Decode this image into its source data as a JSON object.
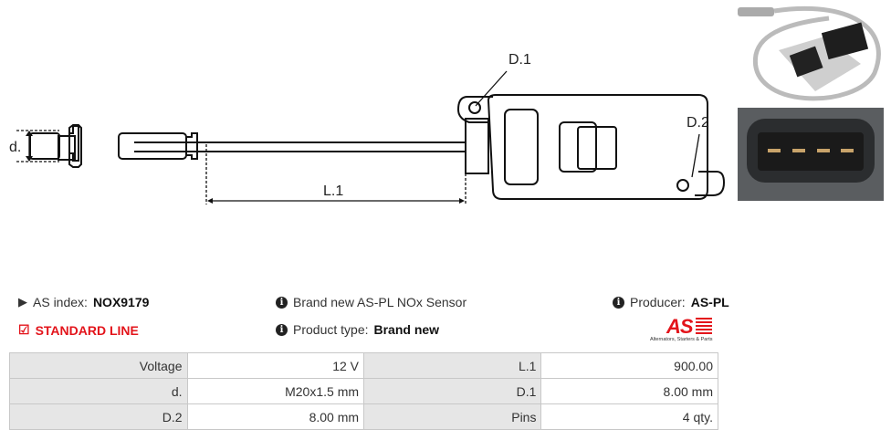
{
  "drawing": {
    "label_d": "d.",
    "label_l1": "L.1",
    "label_d1": "D.1",
    "label_d2": "D.2"
  },
  "info": {
    "as_index_label": "AS index:",
    "as_index_value": "NOX9179",
    "standard_line": "STANDARD LINE",
    "description": "Brand new AS-PL NOx Sensor",
    "product_type_label": "Product type:",
    "product_type_value": "Brand new",
    "producer_label": "Producer:",
    "producer_value": "AS-PL"
  },
  "logo": {
    "text": "AS",
    "tagline": "Alternators, Starters & Parts"
  },
  "specs": [
    {
      "k1": "Voltage",
      "v1": "12 V",
      "k2": "L.1",
      "v2": "900.00"
    },
    {
      "k1": "d.",
      "v1": "M20x1.5 mm",
      "k2": "D.1",
      "v2": "8.00 mm"
    },
    {
      "k1": "D.2",
      "v1": "8.00 mm",
      "k2": "Pins",
      "v2": "4 qty."
    }
  ],
  "colors": {
    "accent": "#e3141b"
  }
}
